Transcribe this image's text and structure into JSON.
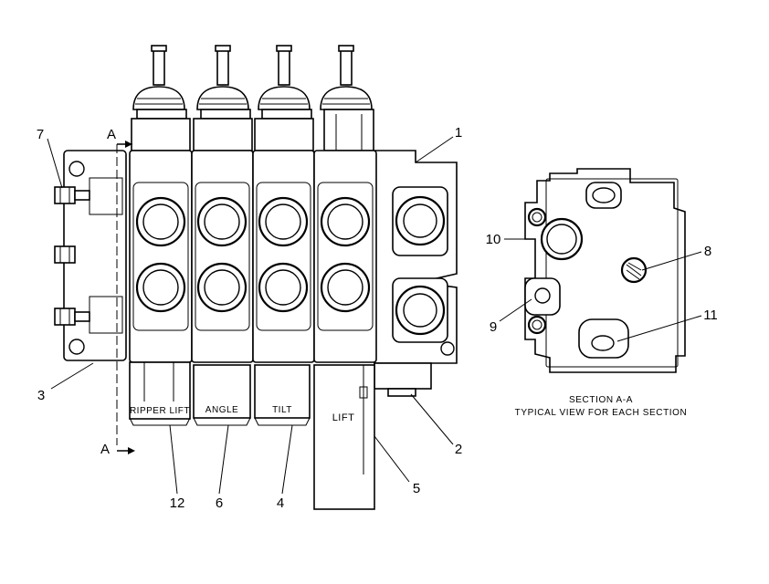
{
  "section_marker": "A",
  "callouts": {
    "c1": "1",
    "c2": "2",
    "c3": "3",
    "c4": "4",
    "c5": "5",
    "c6": "6",
    "c7": "7",
    "c8": "8",
    "c9": "9",
    "c10": "10",
    "c11": "11",
    "c12": "12"
  },
  "spool_labels": {
    "ripper_lift": "RIPPER LIFT",
    "angle": "ANGLE",
    "tilt": "TILT",
    "lift": "LIFT"
  },
  "section_caption": {
    "line1": "SECTION A-A",
    "line2": "TYPICAL VIEW FOR EACH SECTION"
  }
}
